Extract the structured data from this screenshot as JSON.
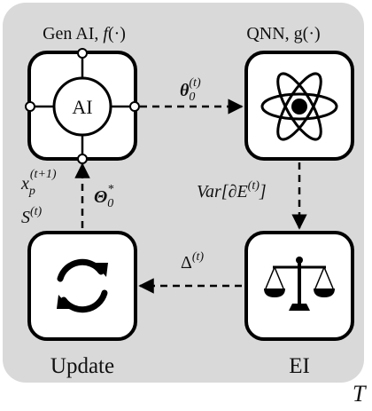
{
  "nodes": {
    "genai": {
      "title_prefix": "Gen AI, ",
      "title_fn": "f",
      "title_arg": "(·)",
      "center_label": "AI",
      "icon": "ai-circle-icon"
    },
    "qnn": {
      "title_prefix": "QNN, ",
      "title_fn": "g",
      "title_arg": "(·)",
      "icon": "atom-icon"
    },
    "ei": {
      "label": "EI",
      "icon": "balance-scale-icon"
    },
    "update": {
      "label": "Update",
      "icon": "refresh-cycle-icon"
    }
  },
  "edges": {
    "theta0": {
      "symbol": "θ",
      "sub": "0",
      "sup": "(t)"
    },
    "variance": {
      "prefix": "Var[∂",
      "var": "E",
      "sup": "(t)",
      "suffix": "]"
    },
    "delta": {
      "symbol": "Δ",
      "sup": "(t)"
    },
    "theta_star": {
      "symbol": "Θ",
      "sub": "0",
      "sup": "*"
    },
    "xp": {
      "symbol": "x",
      "sub": "p",
      "sup": "(t+1)"
    },
    "s": {
      "symbol": "S",
      "sup": "(t)"
    }
  },
  "corner": {
    "label": "T"
  },
  "colors": {
    "background": "#d9d9d9",
    "stroke": "#000000",
    "node_fill": "#ffffff"
  }
}
